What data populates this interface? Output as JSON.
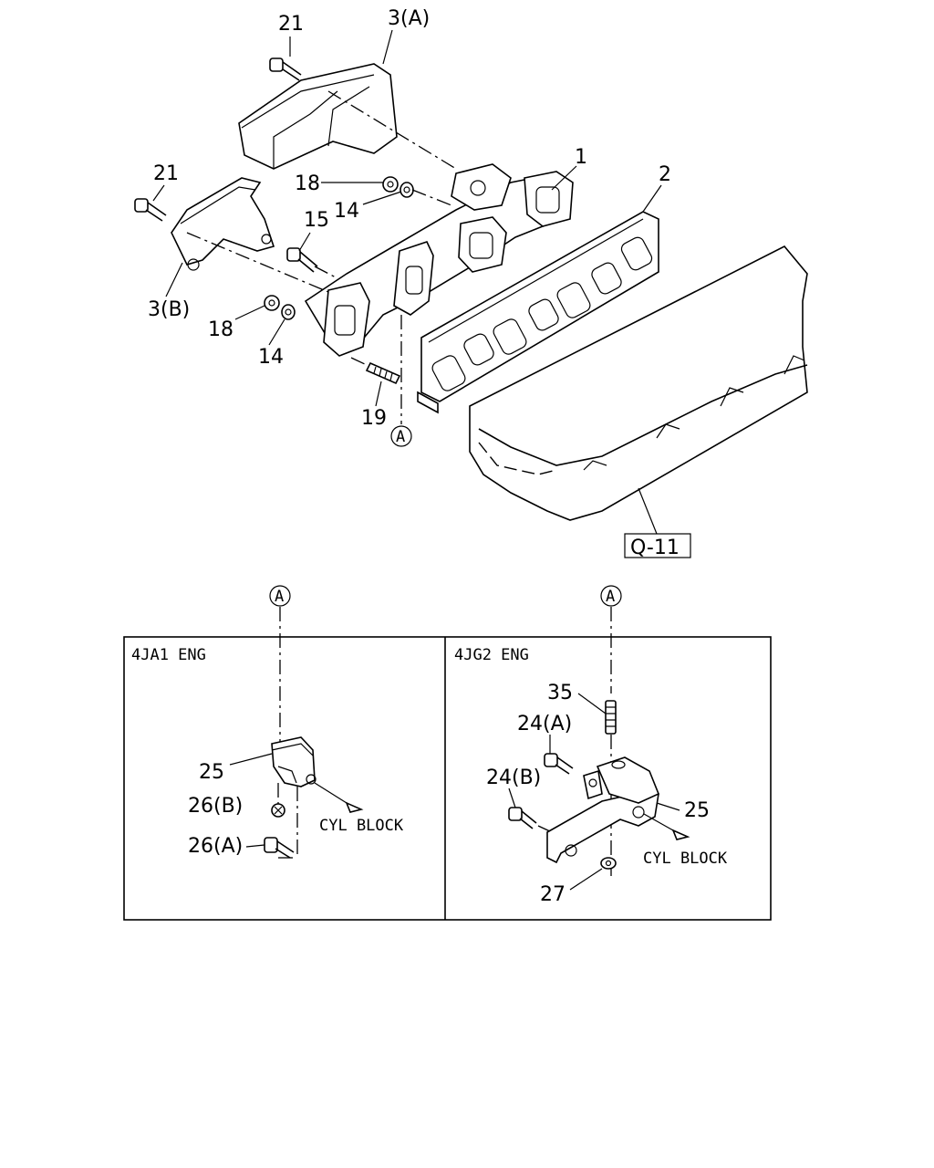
{
  "callouts": {
    "c21_top": "21",
    "c3a": "3(A)",
    "c21_left": "21",
    "c18_top": "18",
    "c14_top": "14",
    "c15": "15",
    "c1": "1",
    "c2": "2",
    "c3b": "3(B)",
    "c18_low": "18",
    "c14_low": "14",
    "c19": "19",
    "ref_a_main": "A",
    "ref_box": "Q-11",
    "ref_a_left": "A",
    "ref_a_right": "A"
  },
  "panel_left": {
    "title": "4JA1 ENG",
    "c25": "25",
    "c26b": "26(B)",
    "c26a": "26(A)",
    "direction": "CYL BLOCK"
  },
  "panel_right": {
    "title": "4JG2 ENG",
    "c35": "35",
    "c24a": "24(A)",
    "c24b": "24(B)",
    "c25": "25",
    "c27": "27",
    "direction": "CYL BLOCK"
  }
}
